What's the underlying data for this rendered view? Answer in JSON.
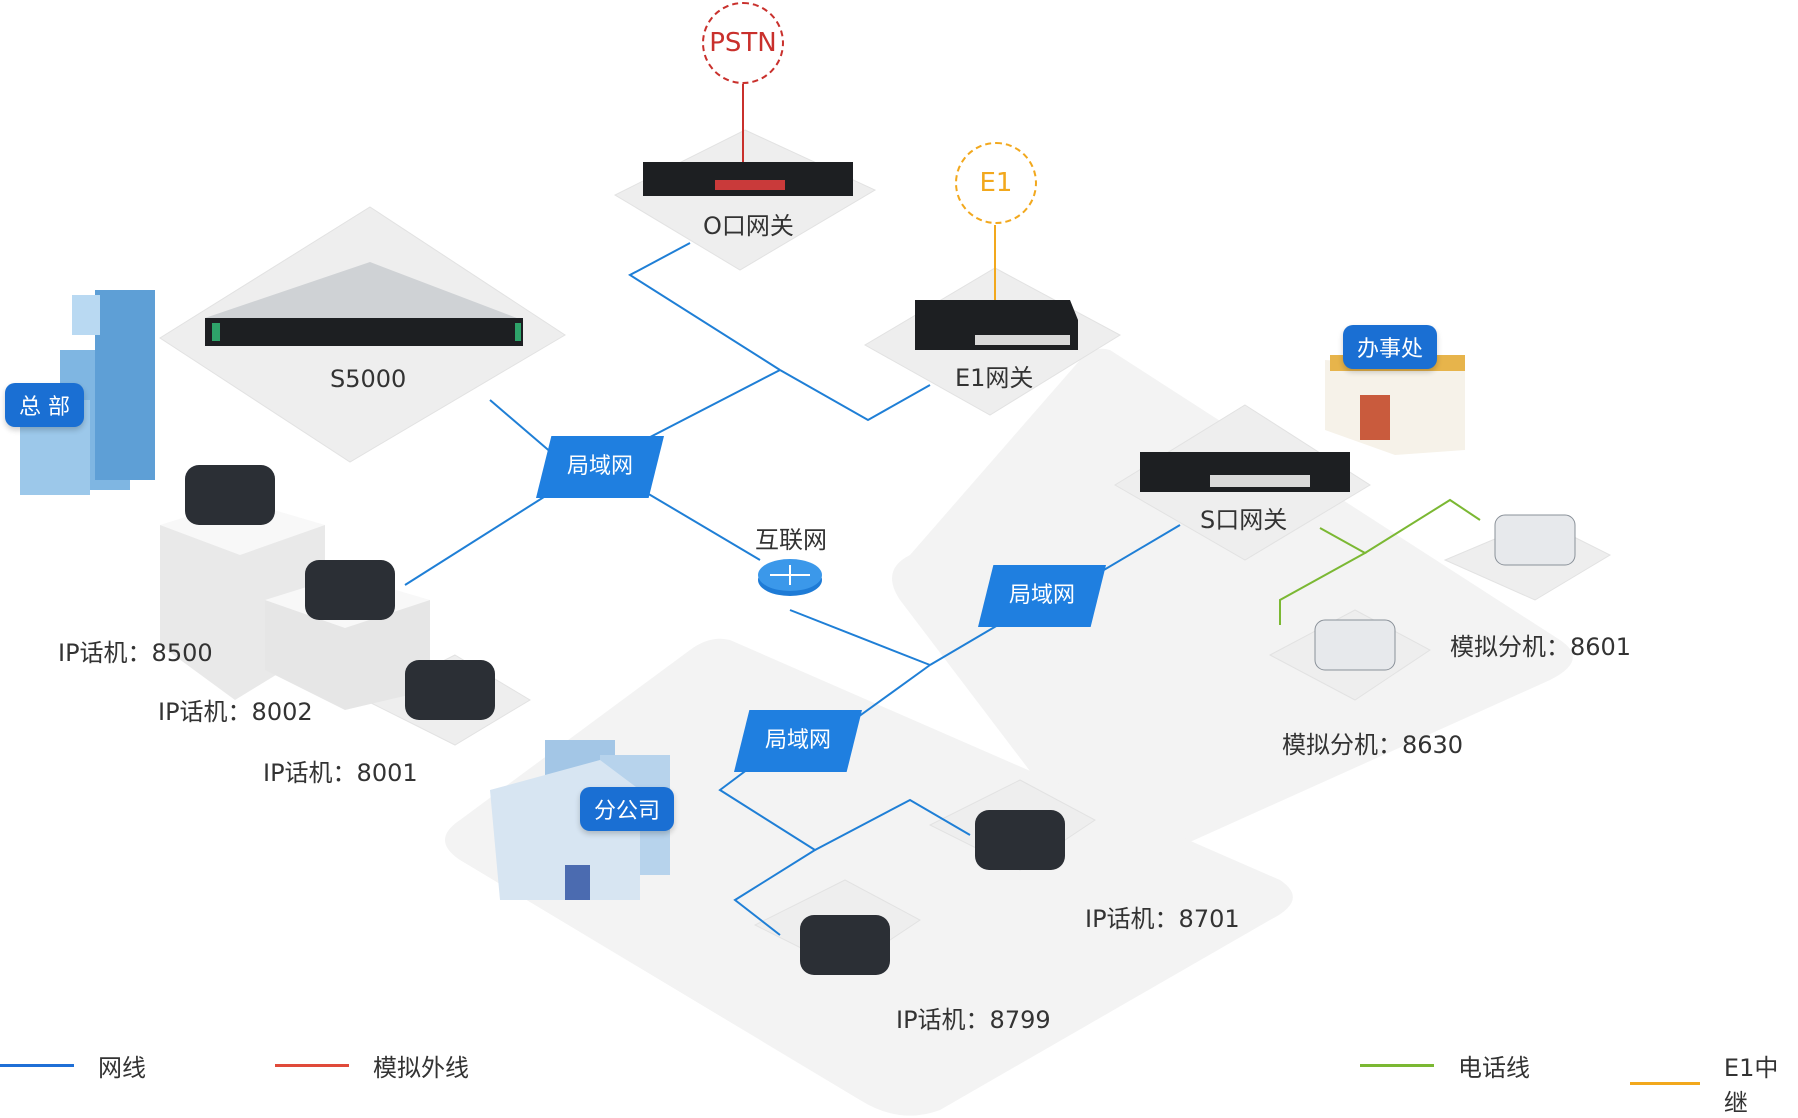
{
  "nodes": {
    "pstn": "PSTN",
    "e1": "E1",
    "fxo_gateway": "O口网关",
    "e1_gateway": "E1网关",
    "s5000": "S5000",
    "headquarters": "总 部",
    "lan_hq": "局域网",
    "internet": "互联网",
    "lan_office": "局域网",
    "lan_branch": "局域网",
    "office": "办事处",
    "fxs_gateway": "S口网关",
    "branch": "分公司"
  },
  "phones": {
    "hq_8500": "IP话机：8500",
    "hq_8002": "IP话机：8002",
    "hq_8001": "IP话机：8001",
    "office_8601": "模拟分机：8601",
    "office_8630": "模拟分机：8630",
    "branch_8701": "IP话机：8701",
    "branch_8799": "IP话机：8799"
  },
  "legend": [
    {
      "label": "网线",
      "color": "#1f6fd6"
    },
    {
      "label": "模拟外线",
      "color": "#e04a3a"
    },
    {
      "label": "电话线",
      "color": "#7bb833"
    },
    {
      "label": "E1中继",
      "color": "#f2a81d"
    }
  ],
  "colors": {
    "network": "#1f7fd6",
    "analog_trunk": "#c9302c",
    "phone_line": "#7bb833",
    "e1_trunk": "#f2a81d",
    "badge": "#1a6fd3"
  }
}
